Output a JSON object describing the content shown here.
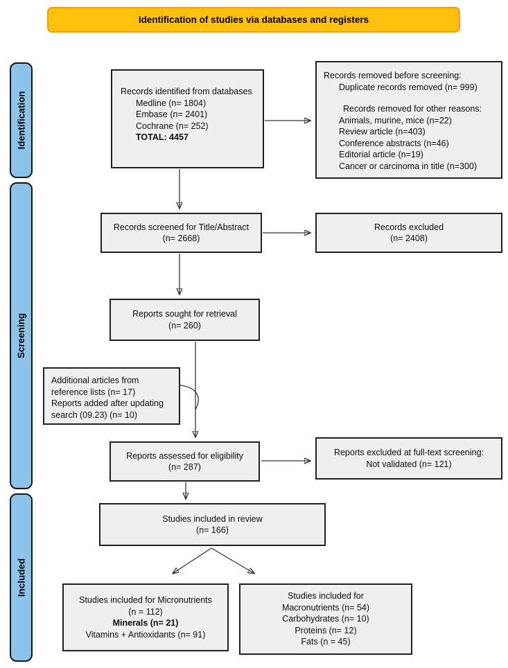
{
  "header": {
    "title": "Identification of studies via databases and registers"
  },
  "colors": {
    "header_bg": "#FFC10D",
    "header_border": "#F09C1E",
    "phase_bar_bg": "#8DC3E8",
    "box_bg": "#EFEFEF",
    "box_border": "#202020",
    "arrow": "#333333"
  },
  "sidebar": {
    "identification": "Identification",
    "screening": "Screening",
    "included": "Included"
  },
  "boxes": {
    "records_identified": {
      "intro": "Records identified from databases",
      "items": [
        "Medline (n= 1804)",
        "Embase (n= 2401)",
        "Cochrane (n= 252)"
      ],
      "total": "TOTAL: 4457"
    },
    "records_removed": {
      "title": "Records removed before screening:",
      "duplicate": "Duplicate records removed (n= 999)",
      "other_title": "Records removed for other reasons:",
      "others": [
        "Animals, murine, mice (n=22)",
        "Review article (n=403)",
        "Conference abstracts (n=46)",
        "Editorial article (n=19)",
        "Cancer or carcinoma in title (n=300)"
      ]
    },
    "records_screened": {
      "lines": [
        "Records screened for Title/Abstract",
        "(n= 2668)"
      ]
    },
    "records_excluded": {
      "lines": [
        "Records excluded",
        "(n= 2408)"
      ]
    },
    "reports_sought": {
      "lines": [
        "Reports sought for retrieval",
        "(n= 260)"
      ]
    },
    "additional_articles": {
      "lines": [
        "Additional articles from reference lists (n= 17)",
        "Reports added after updating search (09.23) (n= 10)"
      ]
    },
    "reports_assessed": {
      "lines": [
        "Reports assessed for eligibility",
        "(n= 287)"
      ]
    },
    "reports_excluded_fulltext": {
      "lines": [
        "Reports excluded at full-text screening:",
        "Not validated (n= 121)"
      ]
    },
    "studies_included": {
      "lines": [
        "Studies included in review",
        "(n= 166)"
      ]
    },
    "micronutrients": {
      "lines": [
        "Studies included for Micronutrients",
        "(n = 112)",
        "Minerals (n= 21)",
        "Vitamins + Antioxidants (n= 91)"
      ]
    },
    "macronutrients": {
      "lines": [
        "Studies included for",
        "Macronutrients (n= 54)",
        "Carbohydrates (n= 10)",
        "Proteins (n= 12)",
        "Fats (n = 45)"
      ]
    }
  }
}
